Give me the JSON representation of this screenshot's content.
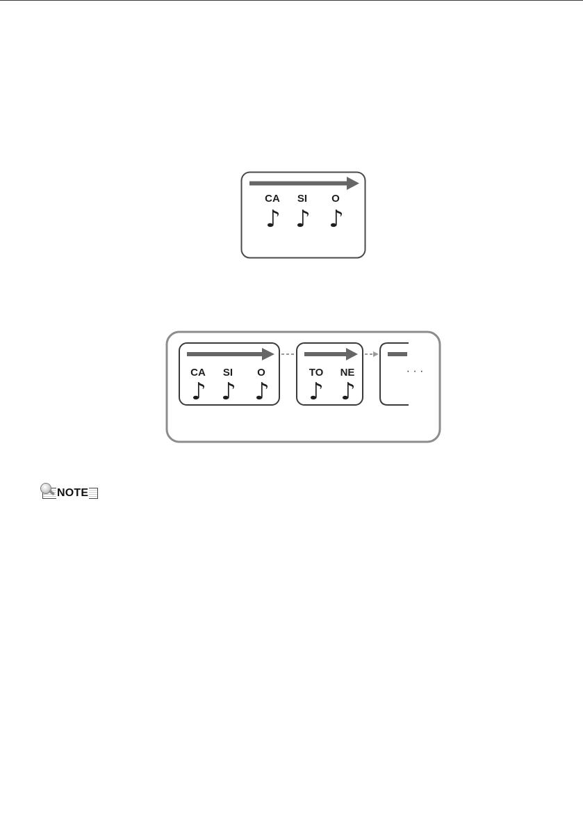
{
  "figure1": {
    "syllables": [
      "CA",
      "SI",
      "O"
    ],
    "note_glyph": "♪"
  },
  "figure2": {
    "group1": {
      "syllables": [
        "CA",
        "SI",
        "O"
      ]
    },
    "group2": {
      "syllables": [
        "TO",
        "NE"
      ]
    },
    "continuation": "· · ·",
    "note_glyph": "♪"
  },
  "note_label": "NOTE",
  "colors": {
    "frame": "#4a4a4a",
    "arrow": "#666666",
    "outer_frame": "#8c8c8c",
    "connector": "#9a9a9a"
  }
}
